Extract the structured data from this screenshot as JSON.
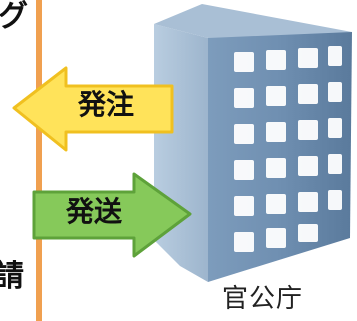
{
  "left_edge": {
    "top_char": "グ",
    "bottom_char": "請"
  },
  "arrows": {
    "order": {
      "label": "発注",
      "fill": "#ffe35a",
      "stroke": "#f0c020",
      "direction": "left"
    },
    "ship": {
      "label": "発送",
      "fill": "#86c95a",
      "stroke": "#5ea23a",
      "direction": "right"
    }
  },
  "building": {
    "label": "官公庁",
    "icon": "office-building-icon"
  },
  "colors": {
    "divider": "#f0a050"
  }
}
